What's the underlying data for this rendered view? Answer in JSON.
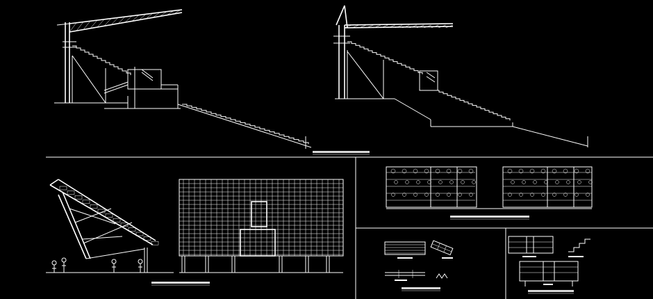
{
  "drawing": {
    "background": "#000000",
    "line_color": "#ffffff",
    "panels": [
      {
        "id": "side-sections",
        "label": ""
      },
      {
        "id": "cantilever-elevation",
        "label": ""
      },
      {
        "id": "seating-plans",
        "label": ""
      },
      {
        "id": "details-left",
        "label": ""
      },
      {
        "id": "details-right",
        "label": ""
      }
    ]
  }
}
